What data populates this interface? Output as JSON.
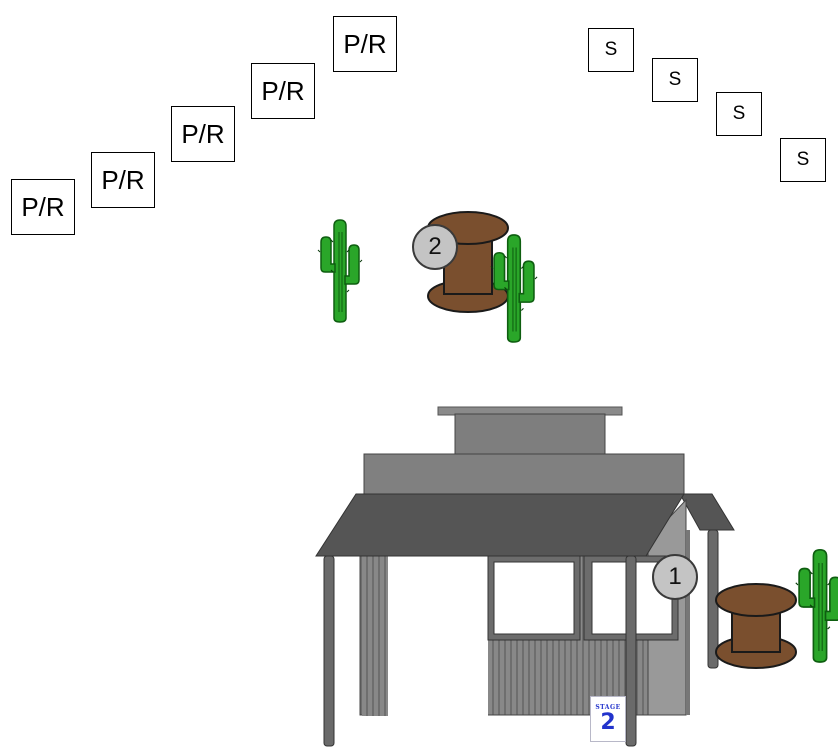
{
  "seat_labels": {
    "pr": [
      "P/R",
      "P/R",
      "P/R",
      "P/R",
      "P/R"
    ],
    "s": [
      "S",
      "S",
      "S",
      "S"
    ]
  },
  "markers": [
    "1",
    "2"
  ],
  "stage_sign": {
    "word": "STAGE",
    "number": "2"
  },
  "colors": {
    "roof": "#555555",
    "wall": "#8a8a8a",
    "upper_facade": "#808080",
    "cable_spool": "#7a4f2e",
    "cactus": "#2aa629",
    "marker_fill": "#c4c4c4",
    "stage_text": "#2233cc"
  },
  "icons": [
    "cactus-icon",
    "cable-spool-icon",
    "building-icon",
    "stage-sign-icon"
  ]
}
